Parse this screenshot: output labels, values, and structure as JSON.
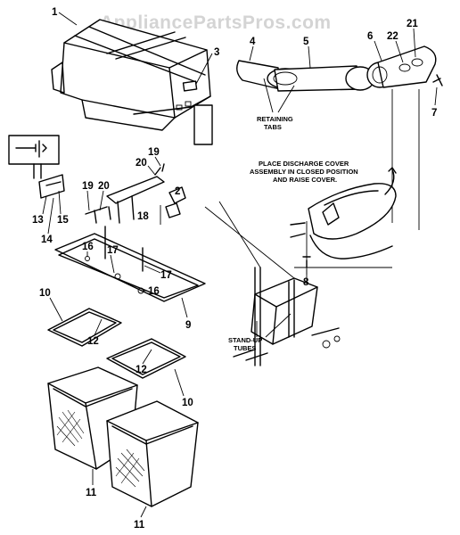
{
  "watermark": "AppliancePartsPros.com",
  "callouts": [
    {
      "id": "c1",
      "text": "1"
    },
    {
      "id": "c3",
      "text": "3"
    },
    {
      "id": "c4",
      "text": "4"
    },
    {
      "id": "c5",
      "text": "5"
    },
    {
      "id": "c6",
      "text": "6"
    },
    {
      "id": "c22",
      "text": "22"
    },
    {
      "id": "c21",
      "text": "21"
    },
    {
      "id": "c7",
      "text": "7"
    },
    {
      "id": "c19a",
      "text": "19"
    },
    {
      "id": "c20a",
      "text": "20"
    },
    {
      "id": "c2",
      "text": "2"
    },
    {
      "id": "c18",
      "text": "18"
    },
    {
      "id": "c19b",
      "text": "19"
    },
    {
      "id": "c20b",
      "text": "20"
    },
    {
      "id": "c13",
      "text": "13"
    },
    {
      "id": "c15",
      "text": "15"
    },
    {
      "id": "c14",
      "text": "14"
    },
    {
      "id": "c16a",
      "text": "16"
    },
    {
      "id": "c17a",
      "text": "17"
    },
    {
      "id": "c17b",
      "text": "17"
    },
    {
      "id": "c16b",
      "text": "16"
    },
    {
      "id": "c9",
      "text": "9"
    },
    {
      "id": "c8",
      "text": "8"
    },
    {
      "id": "c10a",
      "text": "10"
    },
    {
      "id": "c12a",
      "text": "12"
    },
    {
      "id": "c12b",
      "text": "12"
    },
    {
      "id": "c10b",
      "text": "10"
    },
    {
      "id": "c11a",
      "text": "11"
    },
    {
      "id": "c11b",
      "text": "11"
    }
  ],
  "notes": {
    "retaining_line1": "RETAINING",
    "retaining_line2": "TABS",
    "discharge_line1": "PLACE DISCHARGE COVER",
    "discharge_line2": "ASSEMBLY IN CLOSED POSITION",
    "discharge_line3": "AND RAISE COVER.",
    "standup_line1": "STAND-UP",
    "standup_line2": "TUBES"
  }
}
